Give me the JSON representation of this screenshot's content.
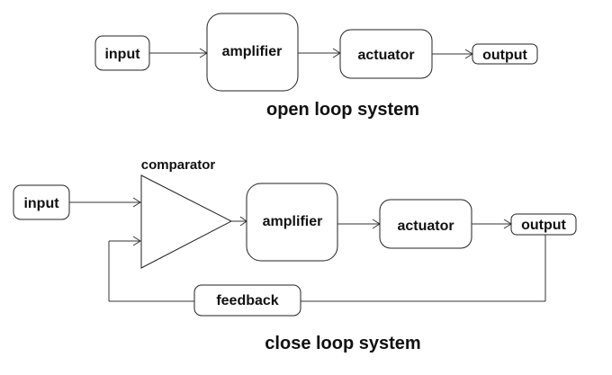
{
  "open_loop": {
    "input": "input",
    "amplifier": "amplifier",
    "actuator": "actuator",
    "output": "output",
    "caption": "open loop system"
  },
  "closed_loop": {
    "comparator": "comparator",
    "input": "input",
    "amplifier": "amplifier",
    "actuator": "actuator",
    "output": "output",
    "feedback": "feedback",
    "caption": "close loop system"
  },
  "colors": {
    "stroke": "#222222",
    "text": "#111111",
    "background": "#ffffff"
  }
}
